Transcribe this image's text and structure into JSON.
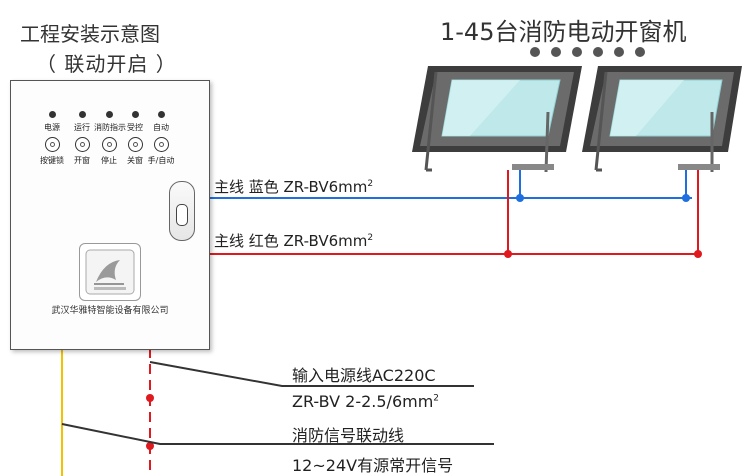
{
  "diagram": {
    "title": "工程安装示意图",
    "subtitle": "（ 联动开启 ）",
    "window_group_title": "1-45台消防电动开窗机",
    "panel": {
      "indicators": [
        "电源",
        "运行",
        "消防指示",
        "受控",
        "自动"
      ],
      "buttons": [
        "按键锁",
        "开窗",
        "停止",
        "关窗",
        "手/自动"
      ],
      "company": "武汉华雅特智能设备有限公司"
    },
    "wires": {
      "blue_label": "主线 蓝色 ZR-BV6mm",
      "blue_sup": "2",
      "red_label": "主线 红色 ZR-BV6mm",
      "red_sup": "2"
    },
    "cables": {
      "power_line1": "输入电源线AC220C",
      "power_line2": "ZR-BV 2-2.5/6mm",
      "power_sup": "2",
      "signal_line1": "消防信号联动线",
      "signal_line2": "12~24V有源常开信号"
    },
    "colors": {
      "blue_wire": "#1f6fe0",
      "red_wire": "#e0191f",
      "yellow_wire": "#f2c200",
      "window_glass": "#bfe8ea",
      "window_frame": "#4a4a4a"
    }
  }
}
